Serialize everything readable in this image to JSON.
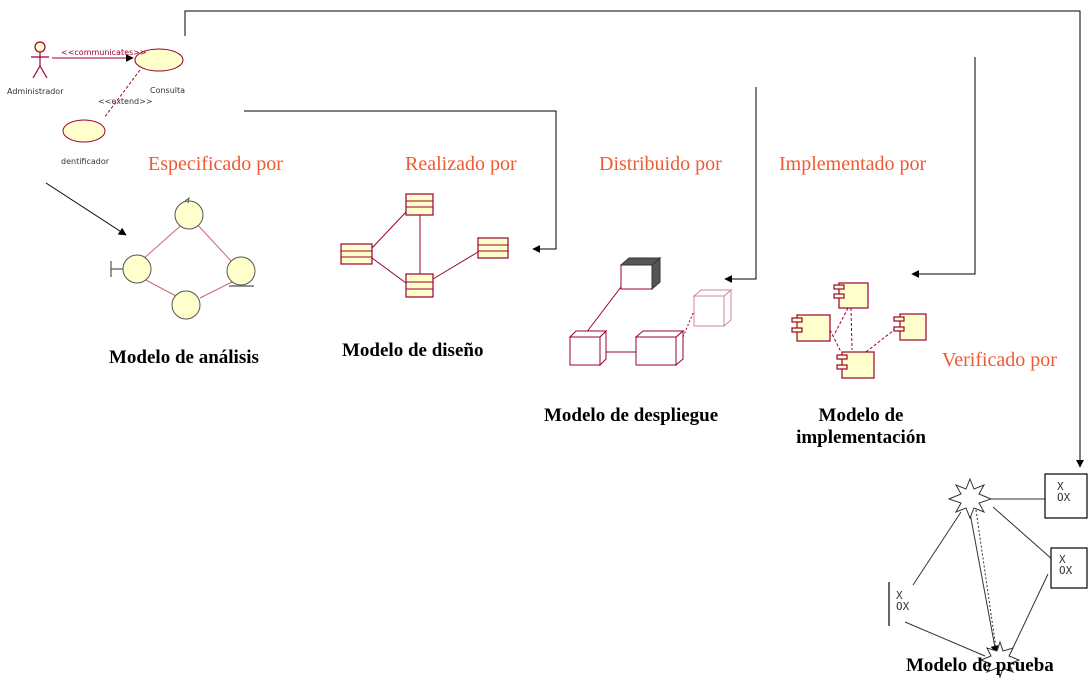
{
  "colors": {
    "relation_text": "#f05a32",
    "model_text": "#000000",
    "uml_fill": "#ffffcc",
    "uml_stroke": "#990033",
    "arrow": "#000000"
  },
  "use_case": {
    "actor_label": "Administrador",
    "use_case_consulta": "Consulta",
    "use_case_identificador": "dentificador",
    "communicates_label": "<<communicates>>",
    "extend_label": "<<extend>>"
  },
  "relations": {
    "especificado": "Especificado por",
    "realizado": "Realizado por",
    "distribuido": "Distribuido por",
    "implementado": "Implementado por",
    "verificado": "Verificado por"
  },
  "models": {
    "analisis": "Modelo de análisis",
    "diseno": "Modelo de  diseño",
    "despliegue": "Modelo de despliegue",
    "implementacion_line1": "Modelo de",
    "implementacion_line2": "implementación",
    "prueba": "Modelo de prueba"
  },
  "test_boxes": {
    "box1": "X\nOX",
    "box2": "X\nOX",
    "box3": "X\nOX"
  }
}
